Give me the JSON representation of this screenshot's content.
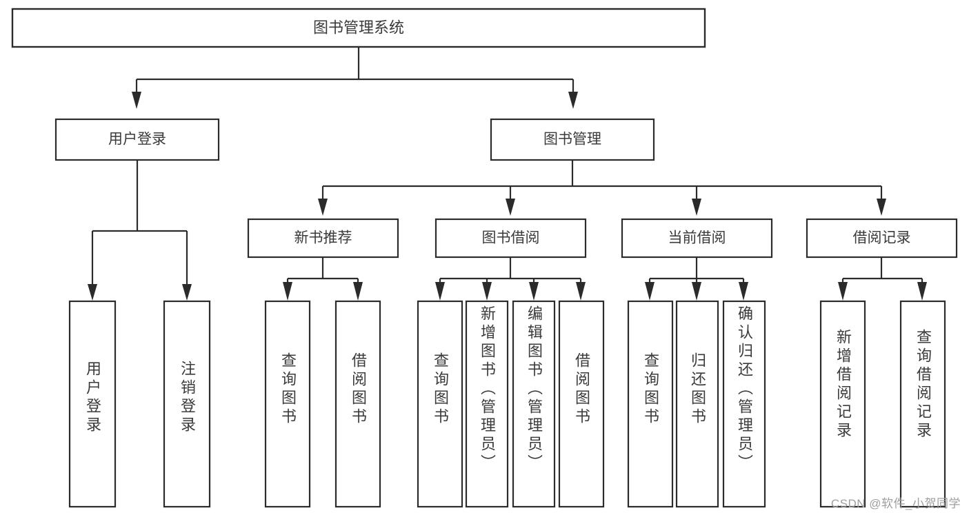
{
  "diagram": {
    "type": "tree-hierarchy-chart",
    "title": "图书管理系统",
    "watermark": "CSDN @软件_小贺同学",
    "colors": {
      "background": "#ffffff",
      "box_stroke": "#2b2b2b",
      "box_fill": "#ffffff",
      "text": "#3a3a3a",
      "watermark": "#9e9e9e"
    },
    "root": {
      "label": "图书管理系统"
    },
    "level2": [
      {
        "label": "用户登录"
      },
      {
        "label": "图书管理"
      }
    ],
    "level3": [
      {
        "label": "新书推荐"
      },
      {
        "label": "图书借阅"
      },
      {
        "label": "当前借阅"
      },
      {
        "label": "借阅记录"
      }
    ],
    "leaves": {
      "user_login": [
        {
          "label": "用户登录"
        },
        {
          "label": "注销登录"
        }
      ],
      "new_book_recommend": [
        {
          "label": "查询图书"
        },
        {
          "label": "借阅图书"
        }
      ],
      "book_borrow": [
        {
          "label": "查询图书"
        },
        {
          "label": "新增图书（管理员）"
        },
        {
          "label": "编辑图书（管理员）"
        },
        {
          "label": "借阅图书"
        }
      ],
      "current_borrow": [
        {
          "label": "查询图书"
        },
        {
          "label": "归还图书"
        },
        {
          "label": "确认归还（管理员）"
        }
      ],
      "borrow_record": [
        {
          "label": "新增借阅记录"
        },
        {
          "label": "查询借阅记录"
        }
      ]
    }
  }
}
